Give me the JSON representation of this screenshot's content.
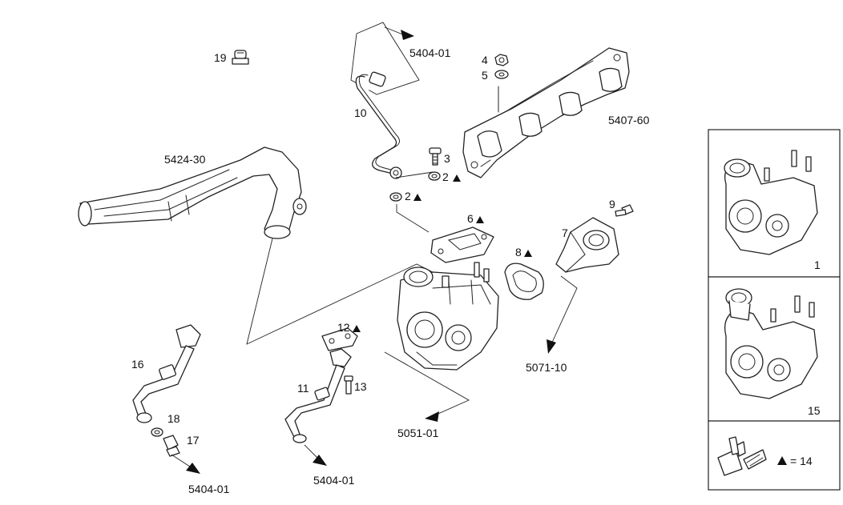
{
  "callouts": {
    "c19": "19",
    "c10": "10",
    "c4": "4",
    "c5": "5",
    "c3": "3",
    "c2a": "2",
    "c2b": "2",
    "c9": "9",
    "c6": "6",
    "c7": "7",
    "c8": "8",
    "c12": "12",
    "c16": "16",
    "c11": "11",
    "c13": "13",
    "c18": "18",
    "c17": "17",
    "c1": "1",
    "c15": "15"
  },
  "references": {
    "r5404_top": "5404-01",
    "r5407": "5407-60",
    "r5424": "5424-30",
    "r5071": "5071-10",
    "r5051": "5051-01",
    "r5404_bl": "5404-01",
    "r5404_bm": "5404-01"
  },
  "legend": {
    "kit_text": "= 14"
  },
  "marker": "triangle-marker",
  "colors": {
    "line": "#222222",
    "background": "#ffffff"
  }
}
